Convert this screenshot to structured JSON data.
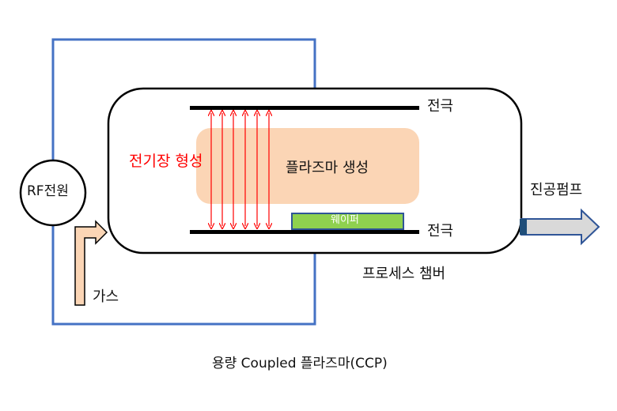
{
  "labels": {
    "rf_power": "RF전원",
    "electrode_top": "전극",
    "electrode_bottom": "전극",
    "efield": "전기장 형성",
    "plasma": "플라즈마 생성",
    "wafer": "웨이퍼",
    "vacuum_pump": "진공펌프",
    "process_chamber": "프로세스 챔버",
    "gas": "가스",
    "caption": "용량 Coupled 플라즈마(CCP)"
  },
  "colors": {
    "wire": "#4472c4",
    "plasma": "#fbd5b5",
    "wafer_fill": "#8fd14f",
    "wafer_border": "#2f5597",
    "efield": "#ff0000",
    "gas_arrow_fill": "#fbd5b5",
    "pump_arrow_fill": "#d9d9d9",
    "pump_arrow_border": "#2f5597"
  }
}
